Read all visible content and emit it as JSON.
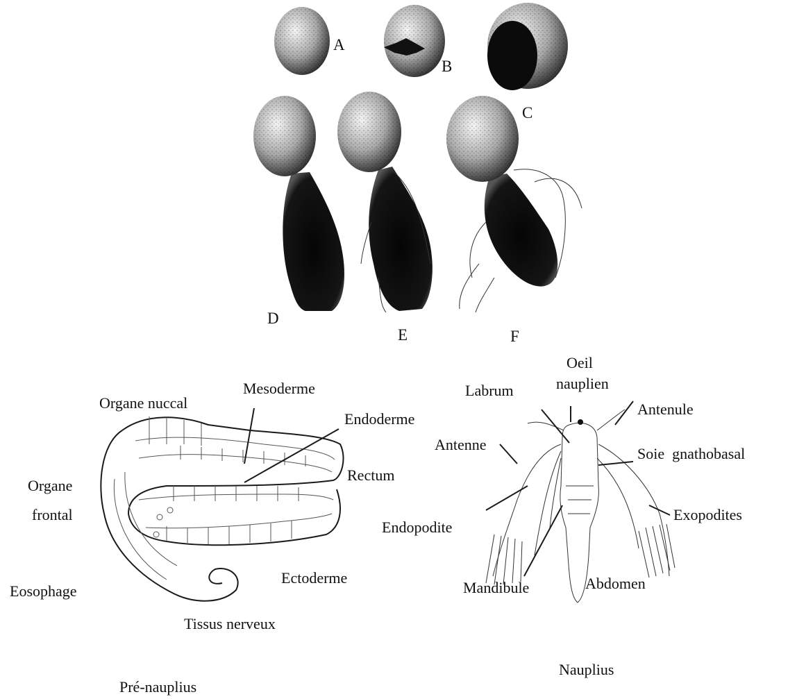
{
  "stages": {
    "a": "A",
    "b": "B",
    "c": "C",
    "d": "D",
    "e": "E",
    "f": "F"
  },
  "prenauplius": {
    "title": "Pré-nauplius",
    "labels": {
      "organe_nuccal": "Organe nuccal",
      "mesoderme": "Mesoderme",
      "endoderme": "Endoderme",
      "organe_frontal_1": "Organe",
      "organe_frontal_2": "frontal",
      "rectum": "Rectum",
      "eosophage": "Eosophage",
      "ectoderme": "Ectoderme",
      "tissus_nerveux": "Tissus nerveux"
    }
  },
  "nauplius": {
    "title": "Nauplius",
    "labels": {
      "oeil_1": "Oeil",
      "oeil_2": "nauplien",
      "labrum": "Labrum",
      "antenule": "Antenule",
      "antenne": "Antenne",
      "soie": "Soie  gnathobasal",
      "exopodites": "Exopodites",
      "endopodite": "Endopodite",
      "mandibule": "Mandibule",
      "abdomen": "Abdomen"
    }
  }
}
